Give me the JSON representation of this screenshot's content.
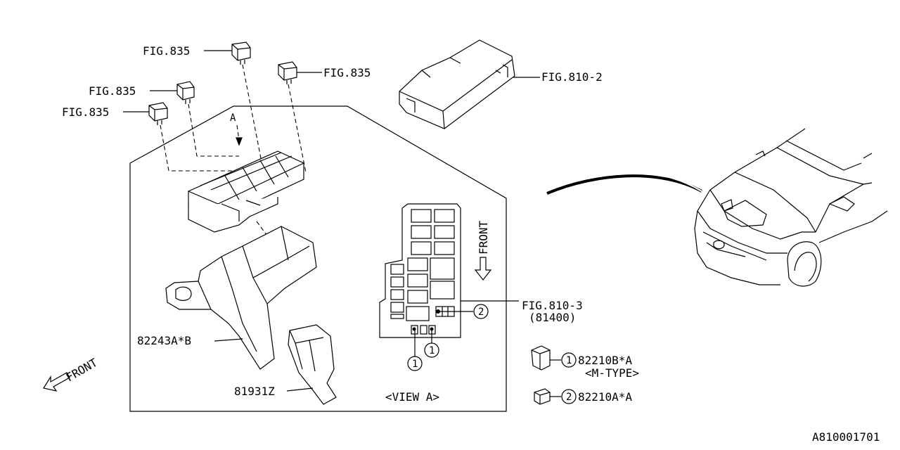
{
  "callouts": {
    "fig835_a": "FIG.835",
    "fig835_b": "FIG.835",
    "fig835_c": "FIG.835",
    "fig835_d": "FIG.835",
    "fig810_2": "FIG.810-2",
    "fig810_3": "FIG.810-3",
    "fig810_3_sub": "(81400)",
    "part_82243": "82243A*B",
    "part_81931": "81931Z",
    "part_82210b": "82210B*A",
    "part_82210b_sub": "<M-TYPE>",
    "part_82210a": "82210A*A"
  },
  "view": {
    "arrow_label": "A",
    "title": "<VIEW A>",
    "front_label": "FRONT",
    "ref1": "1",
    "ref2": "2"
  },
  "legend": {
    "ref1": "1",
    "ref2": "2"
  },
  "orientation": {
    "front_label": "FRONT"
  },
  "footer": {
    "diagram_id": "A810001701"
  }
}
